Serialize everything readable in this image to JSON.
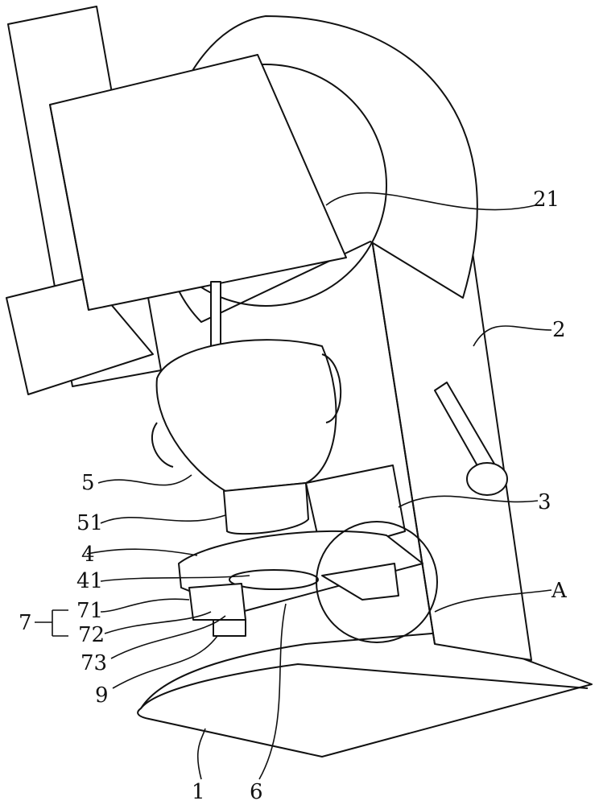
{
  "figure": {
    "labels": {
      "l21": "21",
      "l2": "2",
      "l3": "3",
      "lA": "A",
      "l5": "5",
      "l51": "51",
      "l4": "4",
      "l41": "41",
      "l7": "7",
      "l71": "71",
      "l72": "72",
      "l73": "73",
      "l9": "9",
      "l1": "1",
      "l6": "6"
    }
  }
}
